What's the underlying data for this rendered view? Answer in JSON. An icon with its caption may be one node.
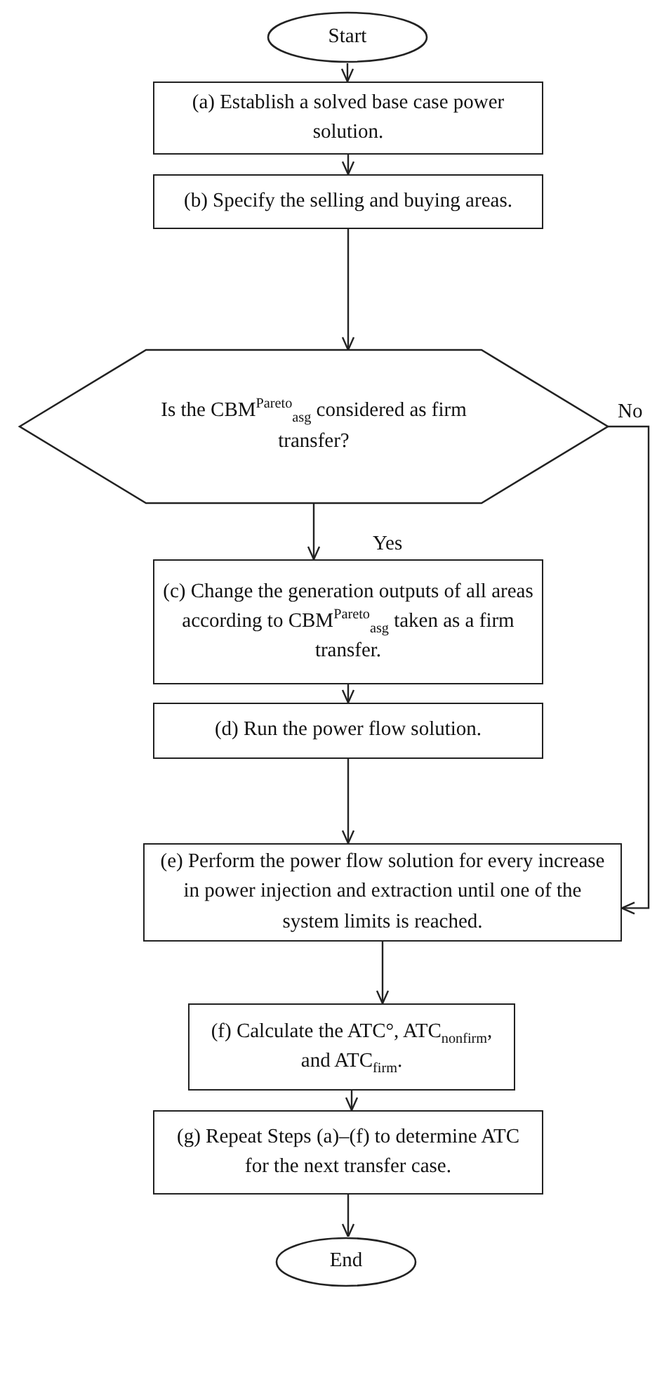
{
  "diagram": {
    "nodes": [
      {
        "text": [
          "Start"
        ]
      },
      {
        "text": [
          "(a) Establish a solved base case power solution."
        ]
      },
      {
        "text": [
          "(b) Specify the selling and buying areas."
        ]
      },
      {
        "text": [
          "Is the CBM$^{Pareto}$$_{asg}$ considered as firm transfer?"
        ]
      },
      {
        "text": [
          "(c) Change the generation outputs of all areas according to CBM$^{Pareto}$$_{asg}$ taken as a firm transfer."
        ]
      },
      {
        "text": [
          "(d) Run the power flow solution."
        ]
      },
      {
        "text": [
          "(e) Perform the power flow solution for every increase in power injection and extraction until one of the system limits is reached."
        ]
      },
      {
        "text": [
          "(f) Calculate the ATC°, ATC$_{nonfirm}$, and ATC$_{firm}$."
        ]
      },
      {
        "text": [
          "(g) Repeat Steps (a)–(f) to determine ATC for the next transfer case."
        ]
      },
      {
        "text": [
          "End"
        ]
      }
    ],
    "edges": [
      {
        "from": 0,
        "to": 1,
        "arrow": "to"
      },
      {
        "from": 1,
        "to": 2,
        "arrow": "to"
      },
      {
        "from": 2,
        "to": 3,
        "arrow": "to"
      },
      {
        "from": 3,
        "to": 4,
        "arrow": "to",
        "label": "Yes"
      },
      {
        "from": 4,
        "to": 5,
        "arrow": "to"
      },
      {
        "from": 5,
        "to": 6,
        "arrow": "to"
      },
      {
        "from": 3,
        "to": 6,
        "arrow": "to",
        "label": "No"
      },
      {
        "from": 6,
        "to": 7,
        "arrow": "to"
      },
      {
        "from": 7,
        "to": 8,
        "arrow": "to"
      },
      {
        "from": 8,
        "to": 9,
        "arrow": "to"
      }
    ]
  }
}
